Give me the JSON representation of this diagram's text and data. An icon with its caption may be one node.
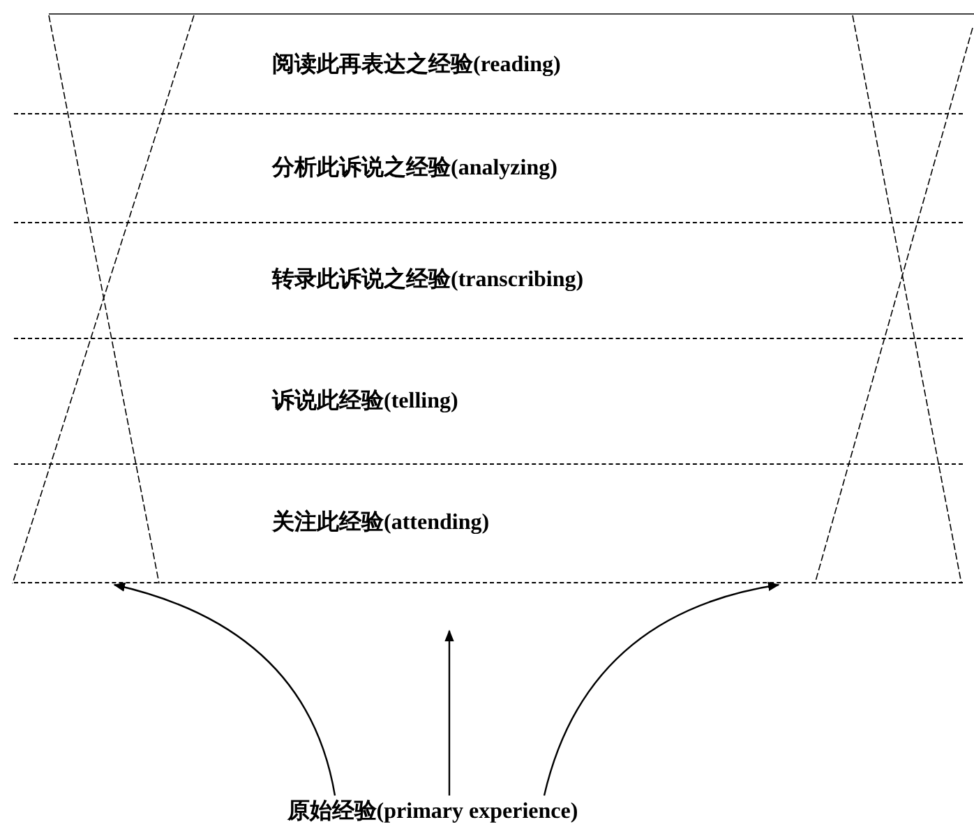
{
  "diagram": {
    "nodes": [
      {
        "text": [
          "阅读此再表达之经验(reading)"
        ]
      },
      {
        "text": [
          "分析此诉说之经验(analyzing)"
        ]
      },
      {
        "text": [
          "转录此诉说之经验(transcribing)"
        ]
      },
      {
        "text": [
          "诉说此经验(telling)"
        ]
      },
      {
        "text": [
          "关注此经验(attending)"
        ]
      },
      {
        "text": [
          "原始经验(primary experience)"
        ]
      }
    ],
    "edges": [
      {
        "from": 5,
        "to": 4,
        "arrow": "to"
      },
      {
        "from": 5,
        "to": null,
        "arrow": "to"
      },
      {
        "from": 5,
        "to": 4,
        "arrow": "to"
      }
    ]
  }
}
